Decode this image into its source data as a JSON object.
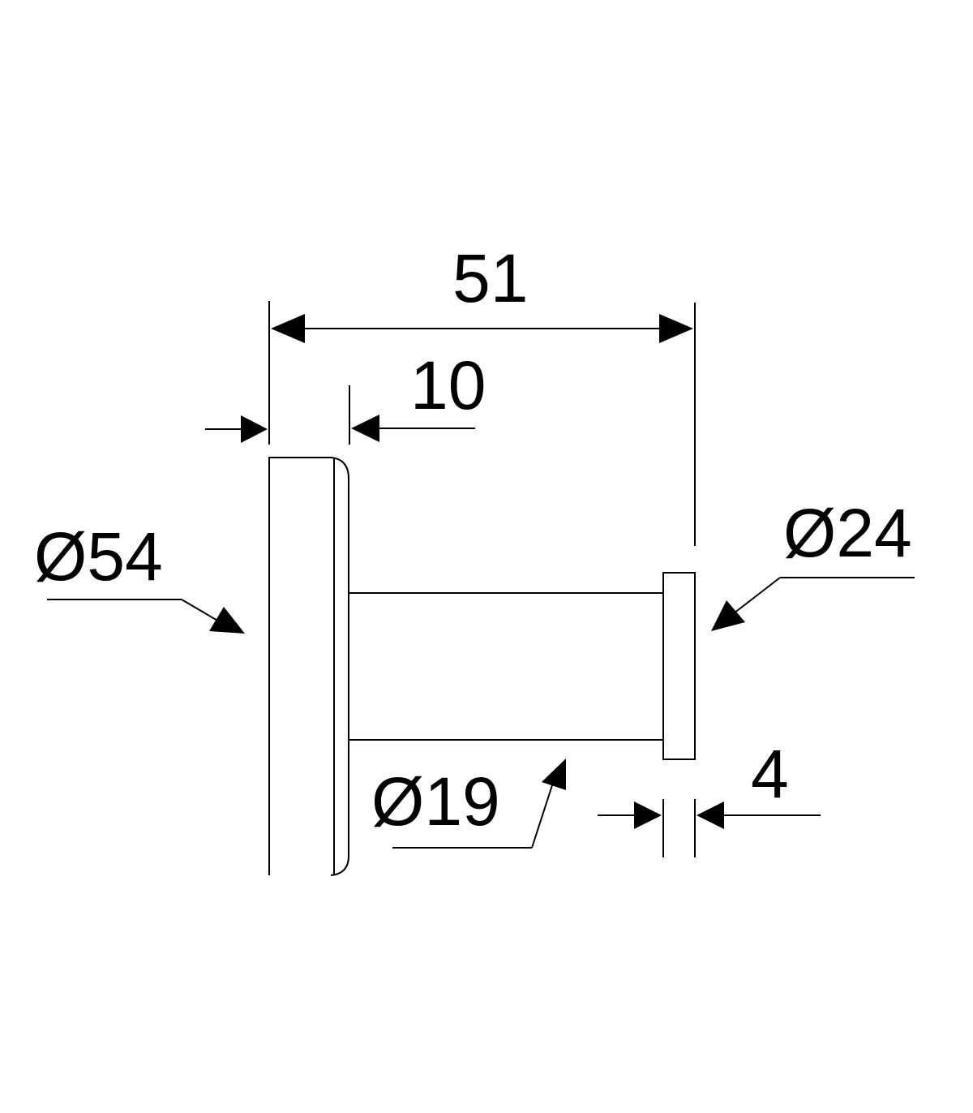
{
  "dimensions": {
    "overall_length": "51",
    "base_thickness": "10",
    "base_diameter": "Ø54",
    "cap_diameter": "Ø24",
    "stem_diameter": "Ø19",
    "cap_thickness": "4"
  },
  "colors": {
    "line": "#000000",
    "background": "#ffffff"
  }
}
